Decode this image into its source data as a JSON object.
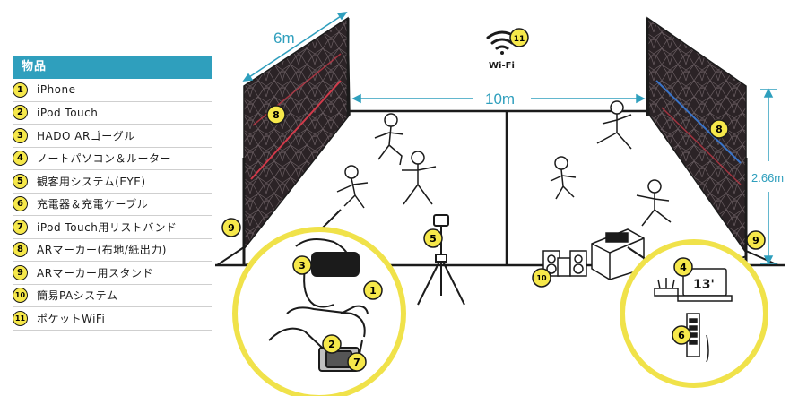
{
  "legend": {
    "title": "物品",
    "items": [
      {
        "num": "1",
        "label": "iPhone"
      },
      {
        "num": "2",
        "label": "iPod Touch"
      },
      {
        "num": "3",
        "label": "HADO ARゴーグル"
      },
      {
        "num": "4",
        "label": "ノートパソコン＆ルーター"
      },
      {
        "num": "5",
        "label": "観客用システム(EYE)"
      },
      {
        "num": "6",
        "label": "充電器＆充電ケーブル"
      },
      {
        "num": "7",
        "label": "iPod Touch用リストバンド"
      },
      {
        "num": "8",
        "label": "ARマーカー(布地/紙出力)"
      },
      {
        "num": "9",
        "label": "ARマーカー用スタンド"
      },
      {
        "num": "10",
        "label": "簡易PAシステム"
      },
      {
        "num": "11",
        "label": "ポケットWiFi"
      }
    ]
  },
  "dimensions": {
    "width": "6m",
    "length": "10m",
    "height": "2.66m"
  },
  "wifi": {
    "label": "Wi-Fi"
  },
  "markers": {
    "m1": "1",
    "m2": "2",
    "m3": "3",
    "m4": "4",
    "m5": "5",
    "m6": "6",
    "m7": "7",
    "m8a": "8",
    "m8b": "8",
    "m9a": "9",
    "m9b": "9",
    "m10": "10",
    "m11": "11"
  },
  "laptop_screen": "13'",
  "colors": {
    "accent": "#2f9fbd",
    "badge": "#f6e84a"
  }
}
